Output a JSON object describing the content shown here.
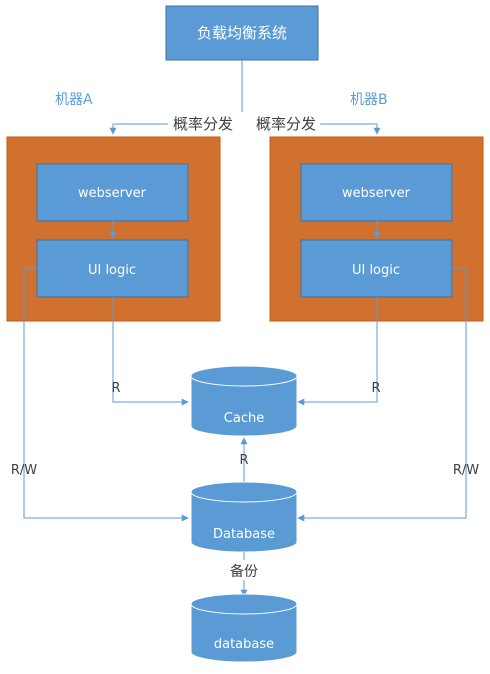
{
  "load_balancer": {
    "label": "负载均衡系统"
  },
  "machine_a": {
    "label": "机器A",
    "webserver_label": "webserver",
    "ui_logic_label": "UI logic",
    "prob_label": "概率分发"
  },
  "machine_b": {
    "label": "机器B",
    "webserver_label": "webserver",
    "ui_logic_label": "UI logic",
    "prob_label": "概率分发"
  },
  "cache": {
    "label": "Cache"
  },
  "database": {
    "label": "Database"
  },
  "backup_db": {
    "label": "database"
  },
  "edges": {
    "a_to_cache": "R",
    "b_to_cache": "R",
    "cache_db": "R",
    "a_to_db": "R/W",
    "b_to_db": "R/W",
    "db_backup": "备份"
  },
  "colors": {
    "blue": "#5B9BD5",
    "blue_stroke": "#41719C",
    "orange": "#D07130",
    "line": "#5B9BD5",
    "text_light": "#ffffff",
    "text_label": "#5B9BD5",
    "text_dark": "#404040"
  }
}
